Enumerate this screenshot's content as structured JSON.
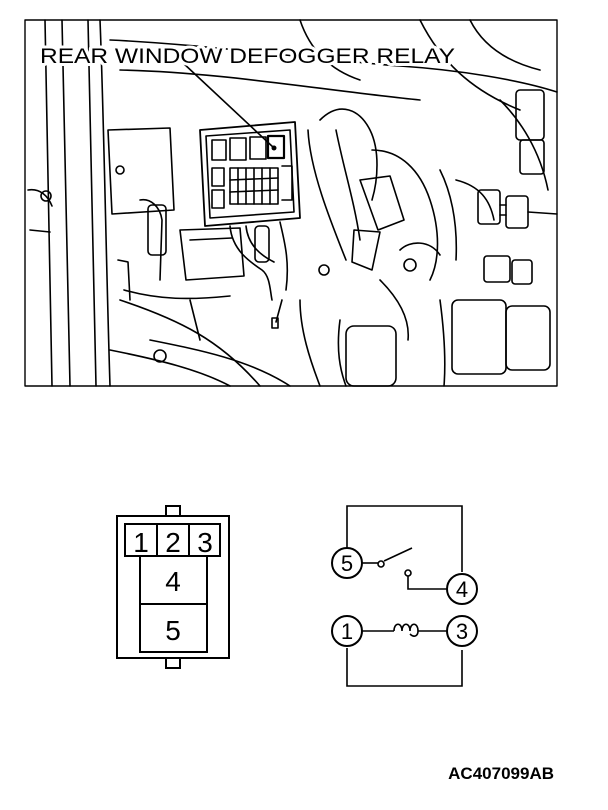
{
  "photo": {
    "callout_label": "REAR WINDOW DEFOGGER RELAY"
  },
  "connector": {
    "pins_top": [
      "1",
      "2",
      "3"
    ],
    "pin_middle": "4",
    "pin_bottom": "5"
  },
  "circuit": {
    "terminal_top_left": "5",
    "terminal_top_right": "4",
    "terminal_bottom_left": "1",
    "terminal_bottom_right": "3"
  },
  "figure_code": "AC407099AB"
}
